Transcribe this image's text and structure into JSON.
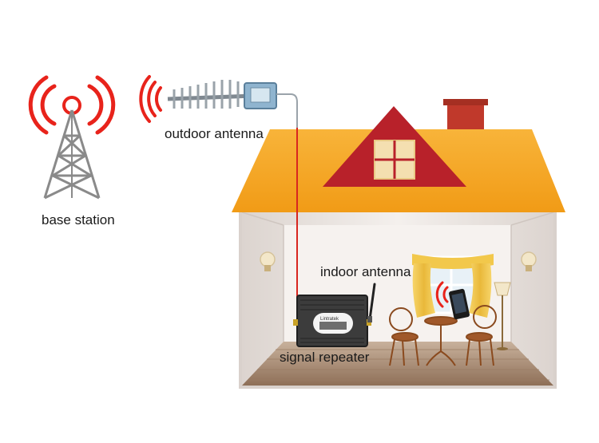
{
  "labels": {
    "base_station": "base station",
    "outdoor_antenna": "outdoor antenna",
    "indoor_antenna": "indoor antenna",
    "signal_repeater": "signal repeater"
  },
  "device": {
    "brand": "Lintratek"
  },
  "colors": {
    "signal_red": "#e8231b",
    "roof_orange": "#f6a623",
    "gable_red": "#b8212a",
    "chimney": "#c0392b",
    "wall": "#ece6e2",
    "floor": "#a78971",
    "tower_gray": "#8a8a8a",
    "cable": "#d8261f",
    "curtain": "#f2c84b"
  },
  "icons": [
    "tower-icon",
    "yagi-antenna-icon",
    "repeater-icon",
    "whip-antenna-icon",
    "phone-icon",
    "wall-lamp-icon",
    "floor-lamp-icon",
    "chair-icon",
    "table-icon",
    "window-icon"
  ]
}
